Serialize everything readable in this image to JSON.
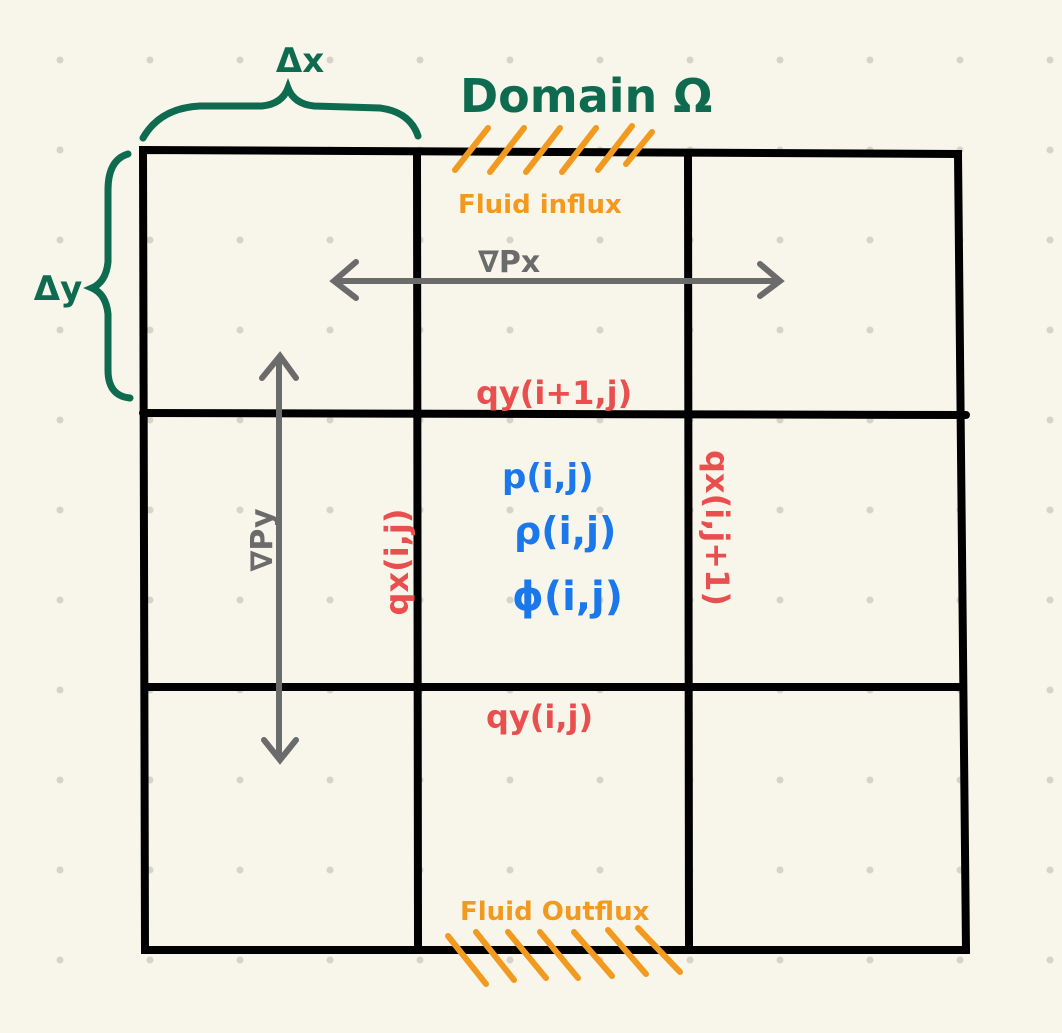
{
  "title": "Domain Ω",
  "dimensions": {
    "dx": "Δx",
    "dy": "Δy"
  },
  "pressure_gradients": {
    "x": "∇Px",
    "y": "∇Py"
  },
  "boundaries": {
    "inflow": "Fluid influx",
    "outflow": "Fluid Outflux"
  },
  "fluxes": {
    "top": "qy(i+1,j)",
    "bottom": "qy(i,j)",
    "left": "qx(i,j)",
    "right": "qx(i,j+1)"
  },
  "cell_quantities": [
    "p(i,j)",
    "ρ(i,j)",
    "ϕ(i,j)"
  ],
  "colors": {
    "background": "#f8f6ea",
    "grid": "#000000",
    "dimension": "#0e6b50",
    "boundary": "#f29a1f",
    "gradient": "#6b6b6b",
    "flux": "#ea4f4f",
    "cell_quantity": "#1a78ea"
  }
}
